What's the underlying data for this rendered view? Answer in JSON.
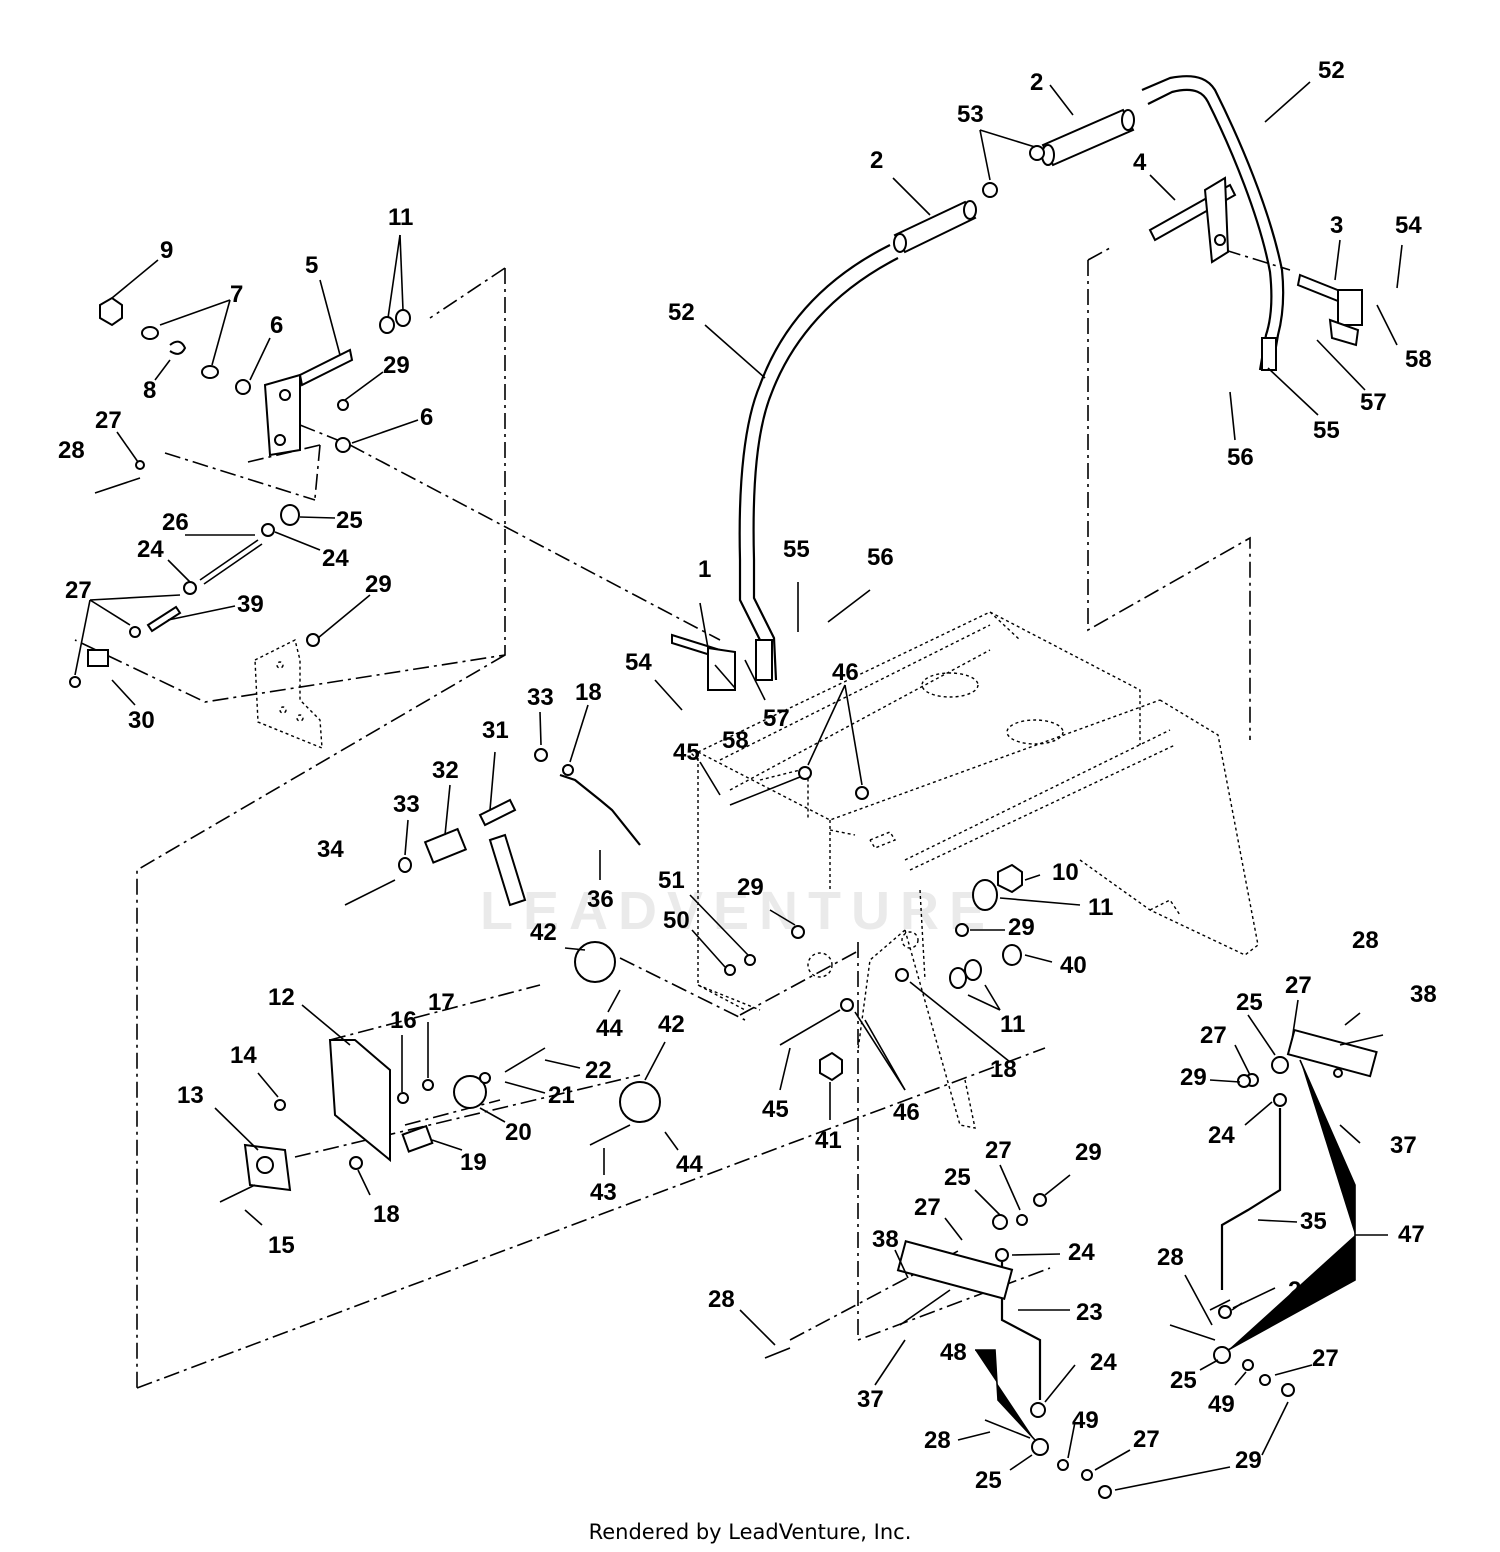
{
  "footer": "Rendered by LeadVenture, Inc.",
  "watermark": "LEADVENTURE",
  "callouts": [
    {
      "id": "c1",
      "label": "1"
    },
    {
      "id": "c2a",
      "label": "2"
    },
    {
      "id": "c2b",
      "label": "2"
    },
    {
      "id": "c3",
      "label": "3"
    },
    {
      "id": "c4",
      "label": "4"
    },
    {
      "id": "c5",
      "label": "5"
    },
    {
      "id": "c6a",
      "label": "6"
    },
    {
      "id": "c6b",
      "label": "6"
    },
    {
      "id": "c7",
      "label": "7"
    },
    {
      "id": "c8",
      "label": "8"
    },
    {
      "id": "c9",
      "label": "9"
    },
    {
      "id": "c10",
      "label": "10"
    },
    {
      "id": "c11a",
      "label": "11"
    },
    {
      "id": "c11b",
      "label": "11"
    },
    {
      "id": "c11c",
      "label": "11"
    },
    {
      "id": "c12",
      "label": "12"
    },
    {
      "id": "c13",
      "label": "13"
    },
    {
      "id": "c14",
      "label": "14"
    },
    {
      "id": "c15",
      "label": "15"
    },
    {
      "id": "c16",
      "label": "16"
    },
    {
      "id": "c17",
      "label": "17"
    },
    {
      "id": "c18a",
      "label": "18"
    },
    {
      "id": "c18b",
      "label": "18"
    },
    {
      "id": "c18c",
      "label": "18"
    },
    {
      "id": "c19",
      "label": "19"
    },
    {
      "id": "c20",
      "label": "20"
    },
    {
      "id": "c21",
      "label": "21"
    },
    {
      "id": "c22",
      "label": "22"
    },
    {
      "id": "c23",
      "label": "23"
    },
    {
      "id": "c24a",
      "label": "24"
    },
    {
      "id": "c24b",
      "label": "24"
    },
    {
      "id": "c24c",
      "label": "24"
    },
    {
      "id": "c24d",
      "label": "24"
    },
    {
      "id": "c24e",
      "label": "24"
    },
    {
      "id": "c24f",
      "label": "24"
    },
    {
      "id": "c25a",
      "label": "25"
    },
    {
      "id": "c25b",
      "label": "25"
    },
    {
      "id": "c25c",
      "label": "25"
    },
    {
      "id": "c25d",
      "label": "25"
    },
    {
      "id": "c25e",
      "label": "25"
    },
    {
      "id": "c26",
      "label": "26"
    },
    {
      "id": "c27a",
      "label": "27"
    },
    {
      "id": "c27b",
      "label": "27"
    },
    {
      "id": "c27c",
      "label": "27"
    },
    {
      "id": "c27d",
      "label": "27"
    },
    {
      "id": "c27e",
      "label": "27"
    },
    {
      "id": "c27f",
      "label": "27"
    },
    {
      "id": "c27g",
      "label": "27"
    },
    {
      "id": "c27h",
      "label": "27"
    },
    {
      "id": "c28a",
      "label": "28"
    },
    {
      "id": "c28b",
      "label": "28"
    },
    {
      "id": "c28c",
      "label": "28"
    },
    {
      "id": "c28d",
      "label": "28"
    },
    {
      "id": "c28e",
      "label": "28"
    },
    {
      "id": "c29a",
      "label": "29"
    },
    {
      "id": "c29b",
      "label": "29"
    },
    {
      "id": "c29c",
      "label": "29"
    },
    {
      "id": "c29d",
      "label": "29"
    },
    {
      "id": "c29e",
      "label": "29"
    },
    {
      "id": "c29f",
      "label": "29"
    },
    {
      "id": "c29g",
      "label": "29"
    },
    {
      "id": "c30",
      "label": "30"
    },
    {
      "id": "c31",
      "label": "31"
    },
    {
      "id": "c32",
      "label": "32"
    },
    {
      "id": "c33a",
      "label": "33"
    },
    {
      "id": "c33b",
      "label": "33"
    },
    {
      "id": "c34",
      "label": "34"
    },
    {
      "id": "c35",
      "label": "35"
    },
    {
      "id": "c36",
      "label": "36"
    },
    {
      "id": "c37a",
      "label": "37"
    },
    {
      "id": "c37b",
      "label": "37"
    },
    {
      "id": "c38a",
      "label": "38"
    },
    {
      "id": "c38b",
      "label": "38"
    },
    {
      "id": "c39",
      "label": "39"
    },
    {
      "id": "c40",
      "label": "40"
    },
    {
      "id": "c41",
      "label": "41"
    },
    {
      "id": "c42a",
      "label": "42"
    },
    {
      "id": "c42b",
      "label": "42"
    },
    {
      "id": "c43",
      "label": "43"
    },
    {
      "id": "c44a",
      "label": "44"
    },
    {
      "id": "c44b",
      "label": "44"
    },
    {
      "id": "c45a",
      "label": "45"
    },
    {
      "id": "c45b",
      "label": "45"
    },
    {
      "id": "c46a",
      "label": "46"
    },
    {
      "id": "c46b",
      "label": "46"
    },
    {
      "id": "c47",
      "label": "47"
    },
    {
      "id": "c48",
      "label": "48"
    },
    {
      "id": "c49a",
      "label": "49"
    },
    {
      "id": "c49b",
      "label": "49"
    },
    {
      "id": "c50",
      "label": "50"
    },
    {
      "id": "c51",
      "label": "51"
    },
    {
      "id": "c52a",
      "label": "52"
    },
    {
      "id": "c52b",
      "label": "52"
    },
    {
      "id": "c53",
      "label": "53"
    },
    {
      "id": "c54a",
      "label": "54"
    },
    {
      "id": "c54b",
      "label": "54"
    },
    {
      "id": "c55a",
      "label": "55"
    },
    {
      "id": "c55b",
      "label": "55"
    },
    {
      "id": "c56a",
      "label": "56"
    },
    {
      "id": "c56b",
      "label": "56"
    },
    {
      "id": "c57a",
      "label": "57"
    },
    {
      "id": "c57b",
      "label": "57"
    },
    {
      "id": "c58a",
      "label": "58"
    },
    {
      "id": "c58b",
      "label": "58"
    }
  ]
}
